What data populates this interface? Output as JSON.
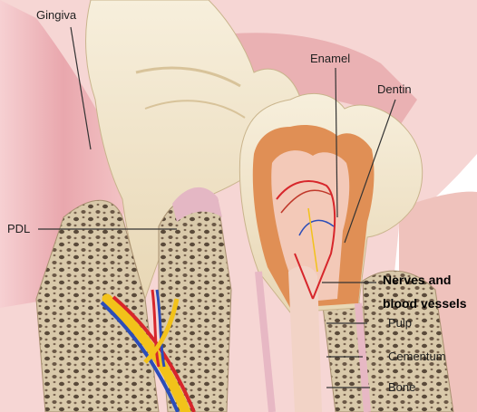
{
  "labels": {
    "gingiva": "Gingiva",
    "enamel": "Enamel",
    "dentin": "Dentin",
    "pdl": "PDL",
    "nerves_line1": "Nerves and",
    "nerves_line2": "blood vessels",
    "pulp": "Pulp",
    "cementum": "Cementum",
    "bone": "Bone"
  },
  "colors": {
    "gingiva": "#e9a7ad",
    "enamel": "#f1e6cf",
    "dentin": "#e08f55",
    "pulp": "#f3c9b8",
    "bone": "#cdbb9c",
    "nerve": "#f2c21a",
    "artery": "#d7262b",
    "vein": "#2b4db8",
    "leader_line": "#333333"
  }
}
